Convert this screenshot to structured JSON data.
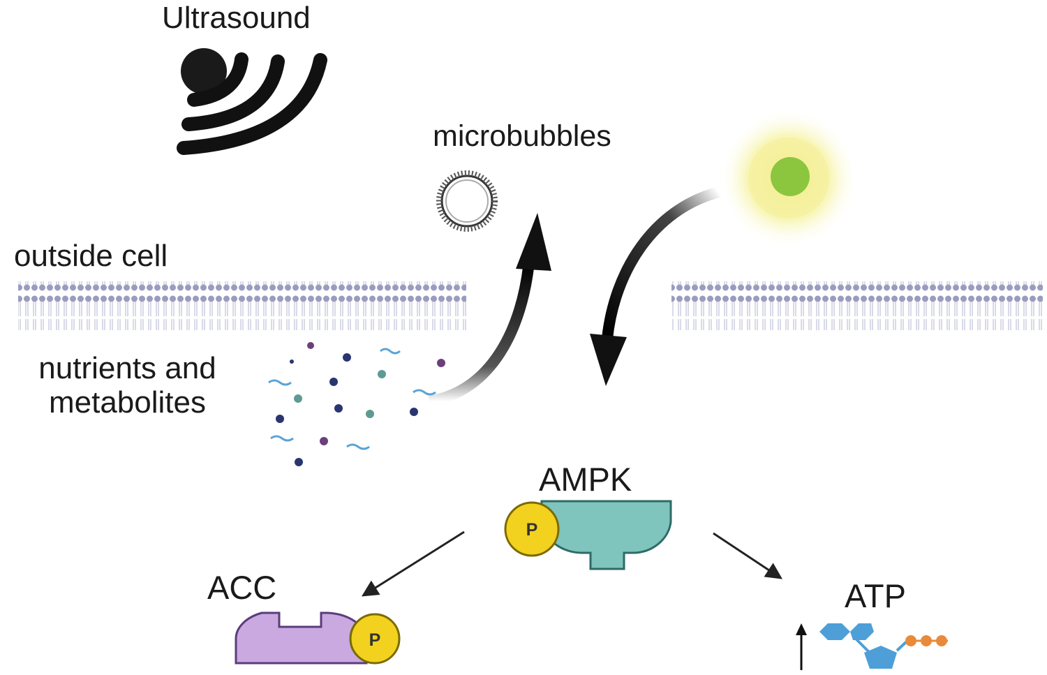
{
  "labels": {
    "ultrasound": "Ultrasound",
    "microbubbles": "microbubbles",
    "outside_cell": "outside cell",
    "nutrients": "nutrients and metabolites",
    "ampk": "AMPK",
    "acc": "ACC",
    "atp": "ATP",
    "phospho": "P"
  },
  "colors": {
    "ampk": "#7fc4bd",
    "acc": "#c9a9e0",
    "phosphate": "#f2d11f",
    "atp_blue": "#4e9fd8",
    "atp_orange": "#e88a3a",
    "membrane": "#9a9cbf"
  }
}
